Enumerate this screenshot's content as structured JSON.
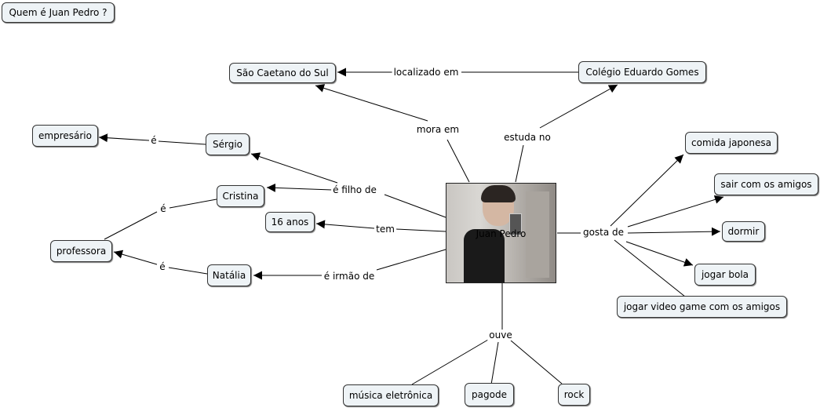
{
  "title_node": "Quem é Juan Pedro ?",
  "center": "Juan Pedro",
  "nodes": {
    "sao_caetano": "São Caetano do Sul",
    "colegio": "Colégio Eduardo Gomes",
    "empresario": "empresário",
    "sergio": "Sérgio",
    "cristina": "Cristina",
    "dezesseis_anos": "16 anos",
    "professora": "professora",
    "natalia": "Natália",
    "comida_japonesa": "comida japonesa",
    "sair_amigos": "sair com os amigos",
    "dormir": "dormir",
    "jogar_bola": "jogar bola",
    "video_game": "jogar video game com os amigos",
    "musica_eletronica": "música eletrônica",
    "pagode": "pagode",
    "rock": "rock"
  },
  "links": {
    "localizado_em": "localizado em",
    "mora_em": "mora em",
    "estuda_no": "estuda no",
    "e_sergio": "é",
    "e_filho_de": "é filho de",
    "e_cristina": "é",
    "tem": "tem",
    "e_natalia": "é",
    "e_irmao_de": "é irmão de",
    "gosta_de": "gosta de",
    "ouve": "ouve"
  }
}
